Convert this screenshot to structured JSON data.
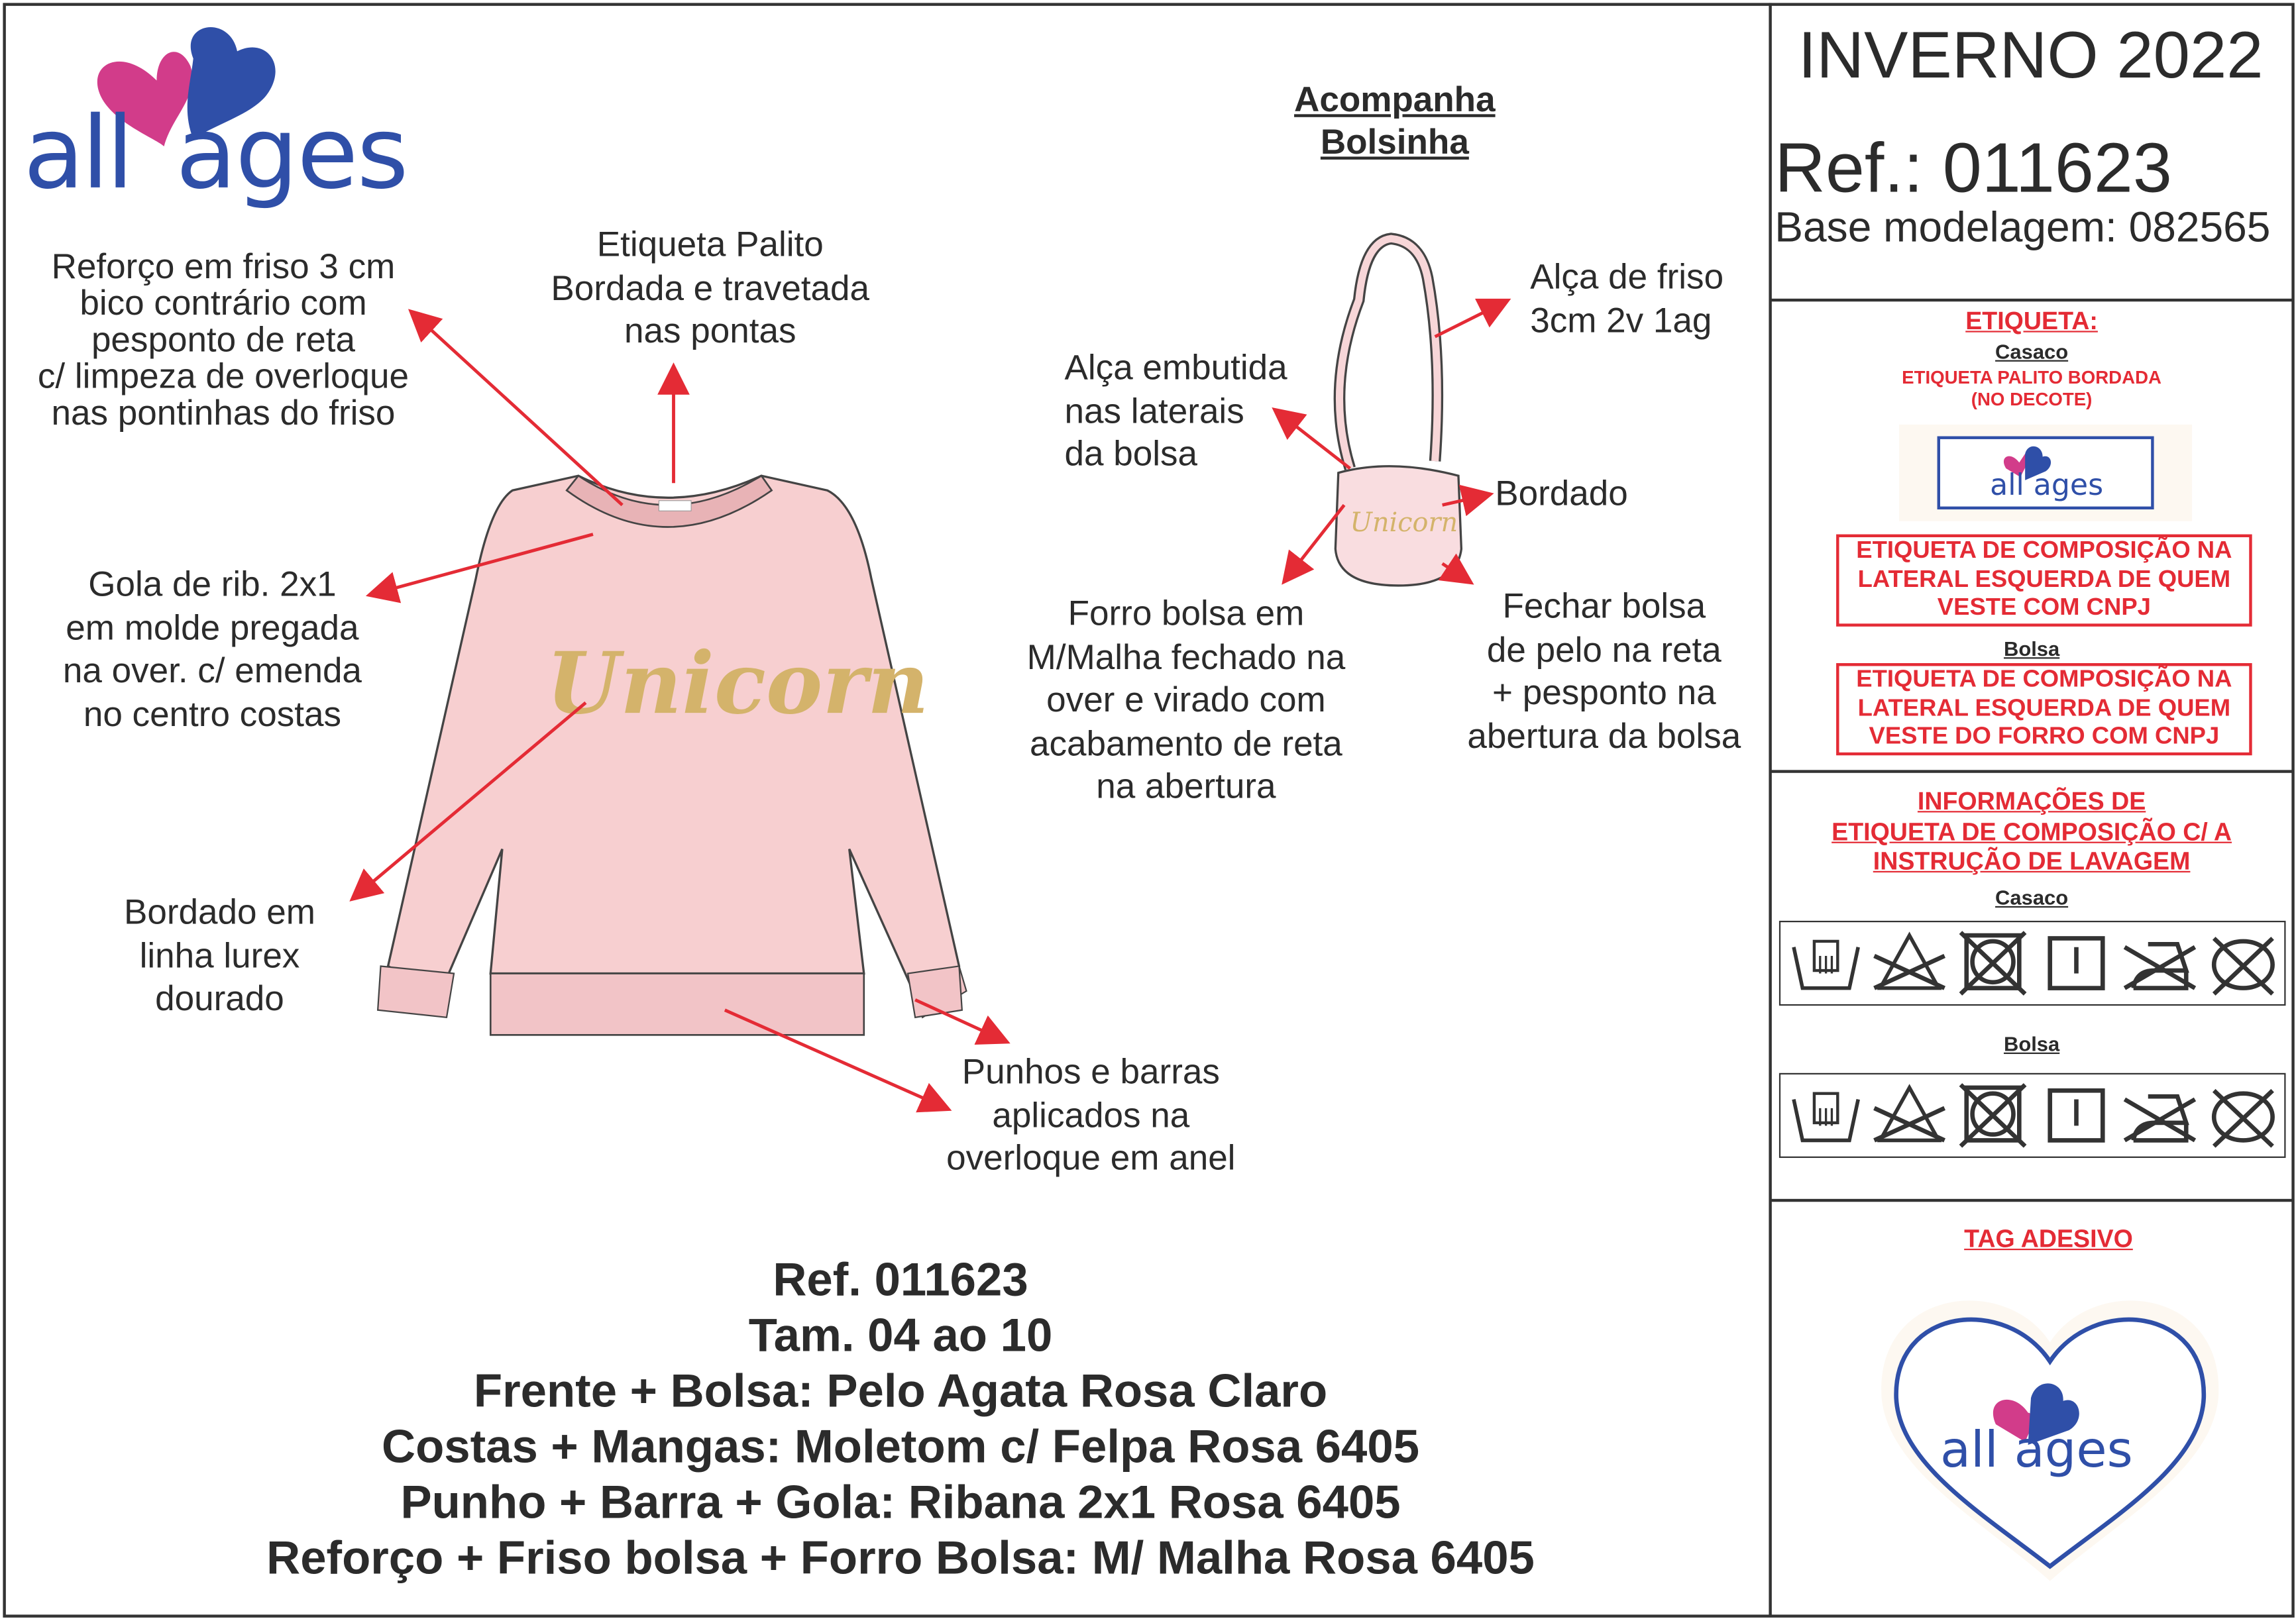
{
  "brand": {
    "logo_text": "all ages",
    "colors": {
      "pink": "#d23c8a",
      "blue": "#2f4fa8",
      "red": "#e42b35",
      "sweater": "#f7cfd0"
    }
  },
  "header": {
    "season": "INVERNO 2022",
    "ref": "Ref.: 011623",
    "base": "Base modelagem: 082565"
  },
  "bag_title": [
    "Acompanha",
    "Bolsinha"
  ],
  "notes": {
    "reforco": [
      "Reforço em friso 3 cm",
      "bico contrário com",
      "pesponto de reta",
      "c/ limpeza de overloque",
      "nas pontinhas do friso"
    ],
    "etiqueta_palito": [
      "Etiqueta Palito",
      "Bordada e travetada",
      "nas pontas"
    ],
    "gola": [
      "Gola de rib. 2x1",
      "em molde pregada",
      "na over. c/ emenda",
      "no centro costas"
    ],
    "bordado_lurex": [
      "Bordado em",
      "linha lurex",
      "dourado"
    ],
    "punhos": [
      "Punhos e barras",
      "aplicados na",
      "overloque em anel"
    ],
    "alca_embutida": [
      "Alça embutida",
      "nas laterais",
      "da bolsa"
    ],
    "alca_friso": [
      "Alça de friso",
      "3cm 2v 1ag"
    ],
    "bordado": [
      "Bordado"
    ],
    "forro": [
      "Forro bolsa em",
      "M/Malha fechado na",
      "over e virado com",
      "acabamento de reta",
      "na abertura"
    ],
    "fechar": [
      "Fechar bolsa",
      "de pelo na reta",
      "+ pesponto na",
      "abertura da bolsa"
    ]
  },
  "artwork": {
    "embroidery": "Unicorn"
  },
  "specs": [
    "Ref. 011623",
    "Tam. 04 ao 10",
    "Frente + Bolsa: Pelo Agata Rosa Claro",
    "Costas + Mangas: Moletom c/ Felpa Rosa 6405",
    "Punho + Barra + Gola: Ribana 2x1 Rosa 6405",
    "Reforço + Friso bolsa + Forro Bolsa: M/ Malha Rosa 6405"
  ],
  "etiqueta": {
    "title": "ETIQUETA:",
    "casaco_label": "Casaco",
    "casaco_text": [
      "ETIQUETA PALITO BORDADA",
      "(NO DECOTE)"
    ],
    "casaco_box": [
      "ETIQUETA DE COMPOSIÇÃO NA",
      "LATERAL ESQUERDA DE QUEM",
      "VESTE COM CNPJ"
    ],
    "bolsa_label": "Bolsa",
    "bolsa_box": [
      "ETIQUETA DE COMPOSIÇÃO NA",
      "LATERAL ESQUERDA DE QUEM",
      "VESTE DO FORRO COM CNPJ"
    ]
  },
  "care": {
    "title": [
      "INFORMAÇÕES DE",
      "ETIQUETA DE COMPOSIÇÃO C/ A",
      "INSTRUÇÃO DE LAVAGEM"
    ],
    "casaco_label": "Casaco",
    "bolsa_label": "Bolsa",
    "symbols": [
      "hand-wash-icon",
      "no-bleach-icon",
      "no-tumble-dry-icon",
      "line-dry-icon",
      "no-iron-icon",
      "no-dry-clean-icon"
    ]
  },
  "tag": {
    "title": "TAG ADESIVO"
  }
}
